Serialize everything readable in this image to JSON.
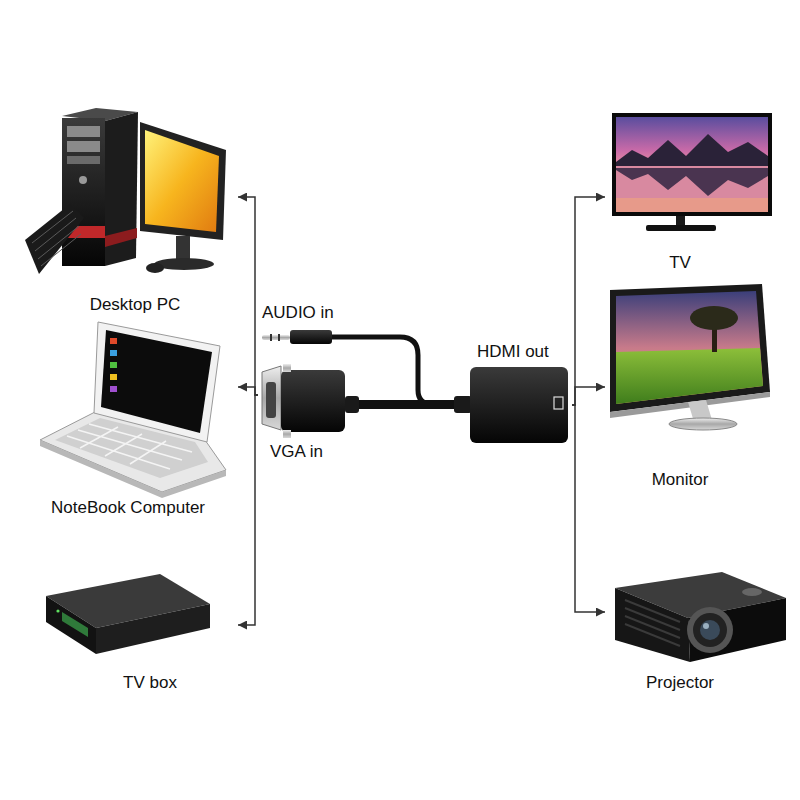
{
  "diagram": {
    "nodes": [
      {
        "text": [
          "Desktop PC"
        ]
      },
      {
        "text": [
          "NoteBook Computer"
        ]
      },
      {
        "text": [
          "TV box"
        ]
      },
      {
        "text": [
          "AUDIO in",
          "VGA in",
          "HDMI out"
        ]
      },
      {
        "text": [
          "TV"
        ]
      },
      {
        "text": [
          "Monitor"
        ]
      },
      {
        "text": [
          "Projector"
        ]
      }
    ],
    "edges": [
      {
        "from": 3,
        "to": 0,
        "arrow": "to"
      },
      {
        "from": 3,
        "to": 1,
        "arrow": "to"
      },
      {
        "from": 3,
        "to": 2,
        "arrow": "to"
      },
      {
        "from": 3,
        "to": 4,
        "arrow": "to"
      },
      {
        "from": 3,
        "to": 5,
        "arrow": "to"
      },
      {
        "from": 3,
        "to": 6,
        "arrow": "to"
      }
    ]
  }
}
